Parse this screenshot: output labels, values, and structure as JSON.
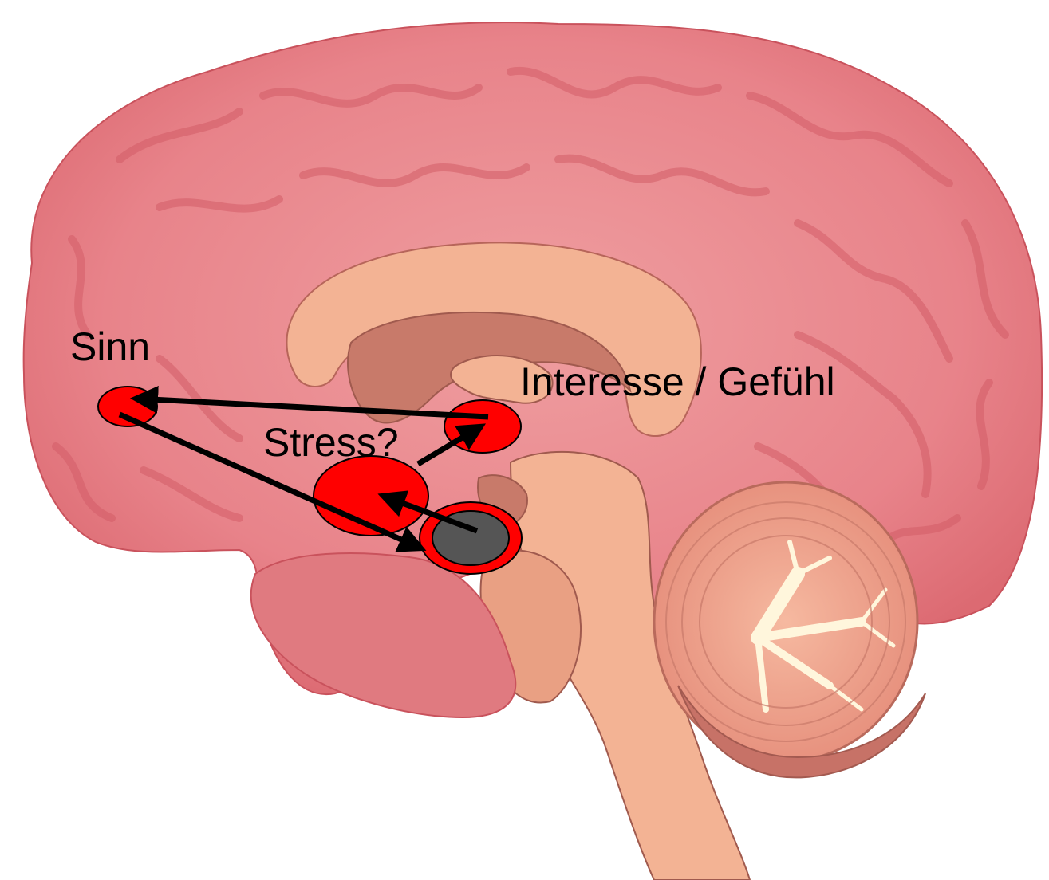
{
  "labels": {
    "sinn": "Sinn",
    "interesse": "Interesse / Gefühl",
    "stress": "Stress?"
  },
  "colors": {
    "cortex": "#e8838a",
    "cortex_dark": "#d9616b",
    "cortex_light": "#f3a5a8",
    "inner": "#f3b394",
    "inner_dark": "#c87a6a",
    "cerebellum": "#f0a08a",
    "cerebellum_white": "#fff6dc",
    "node_red": "#ff0000",
    "node_gray": "#555555",
    "arrow": "#000000",
    "text": "#000000"
  }
}
